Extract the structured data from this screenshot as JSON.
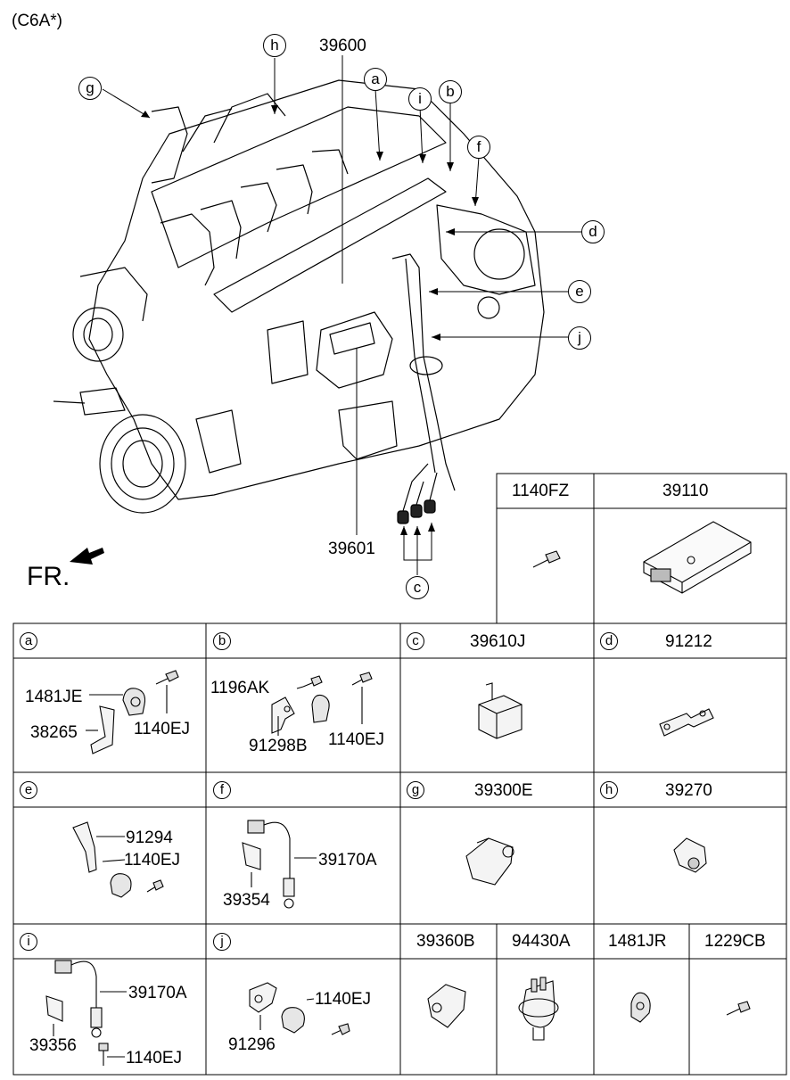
{
  "variant": "(C6A*)",
  "front_label": "FR.",
  "callouts": {
    "g": "g",
    "h": "h",
    "a": "a",
    "i": "i",
    "b": "b",
    "f": "f",
    "d": "d",
    "e": "e",
    "j": "j",
    "c": "c"
  },
  "engine_parts": {
    "harness": "39600",
    "ecu_harness": "39601"
  },
  "top_table": {
    "col1": "1140FZ",
    "col2": "39110"
  },
  "cells": {
    "a": {
      "letter": "a",
      "parts": [
        "1481JE",
        "38265",
        "1140EJ"
      ]
    },
    "b": {
      "letter": "b",
      "parts": [
        "1196AK",
        "91298B",
        "1140EJ"
      ]
    },
    "c": {
      "letter": "c",
      "title": "39610J"
    },
    "d": {
      "letter": "d",
      "title": "91212"
    },
    "e": {
      "letter": "e",
      "parts": [
        "91294",
        "1140EJ"
      ]
    },
    "f": {
      "letter": "f",
      "parts": [
        "39170A",
        "39354"
      ]
    },
    "g": {
      "letter": "g",
      "title": "39300E"
    },
    "h": {
      "letter": "h",
      "title": "39270"
    },
    "i": {
      "letter": "i",
      "parts": [
        "39170A",
        "39356",
        "1140EJ"
      ]
    },
    "j": {
      "letter": "j",
      "parts": [
        "1140EJ",
        "91296"
      ]
    }
  },
  "bottom_row": {
    "p1": "39360B",
    "p2": "94430A",
    "p3": "1481JR",
    "p4": "1229CB"
  }
}
